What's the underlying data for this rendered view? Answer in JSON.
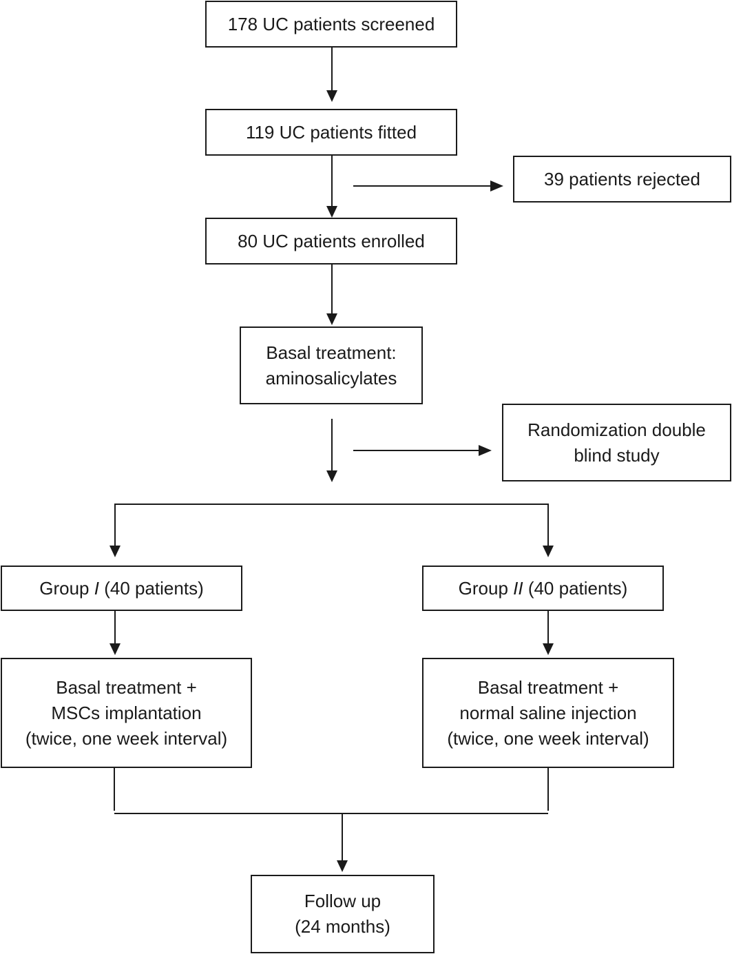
{
  "flowchart": {
    "screened": "178 UC patients screened",
    "fitted": "119 UC patients fitted",
    "rejected": "39 patients rejected",
    "enrolled": "80 UC patients enrolled",
    "basal": {
      "line1": "Basal treatment:",
      "line2": "aminosalicylates"
    },
    "randomization": {
      "line1": "Randomization double",
      "line2": "blind study"
    },
    "group1": {
      "prefix": "Group ",
      "numeral": "I",
      "suffix": " (40 patients)"
    },
    "group2": {
      "prefix": "Group ",
      "numeral": "II",
      "suffix": " (40 patients)"
    },
    "treatment1": {
      "line1": "Basal treatment +",
      "line2": "MSCs implantation",
      "line3": "(twice, one week interval)"
    },
    "treatment2": {
      "line1": "Basal treatment +",
      "line2": "normal saline injection",
      "line3": "(twice, one week interval)"
    },
    "followup": {
      "line1": "Follow up",
      "line2": "(24 months)"
    }
  }
}
